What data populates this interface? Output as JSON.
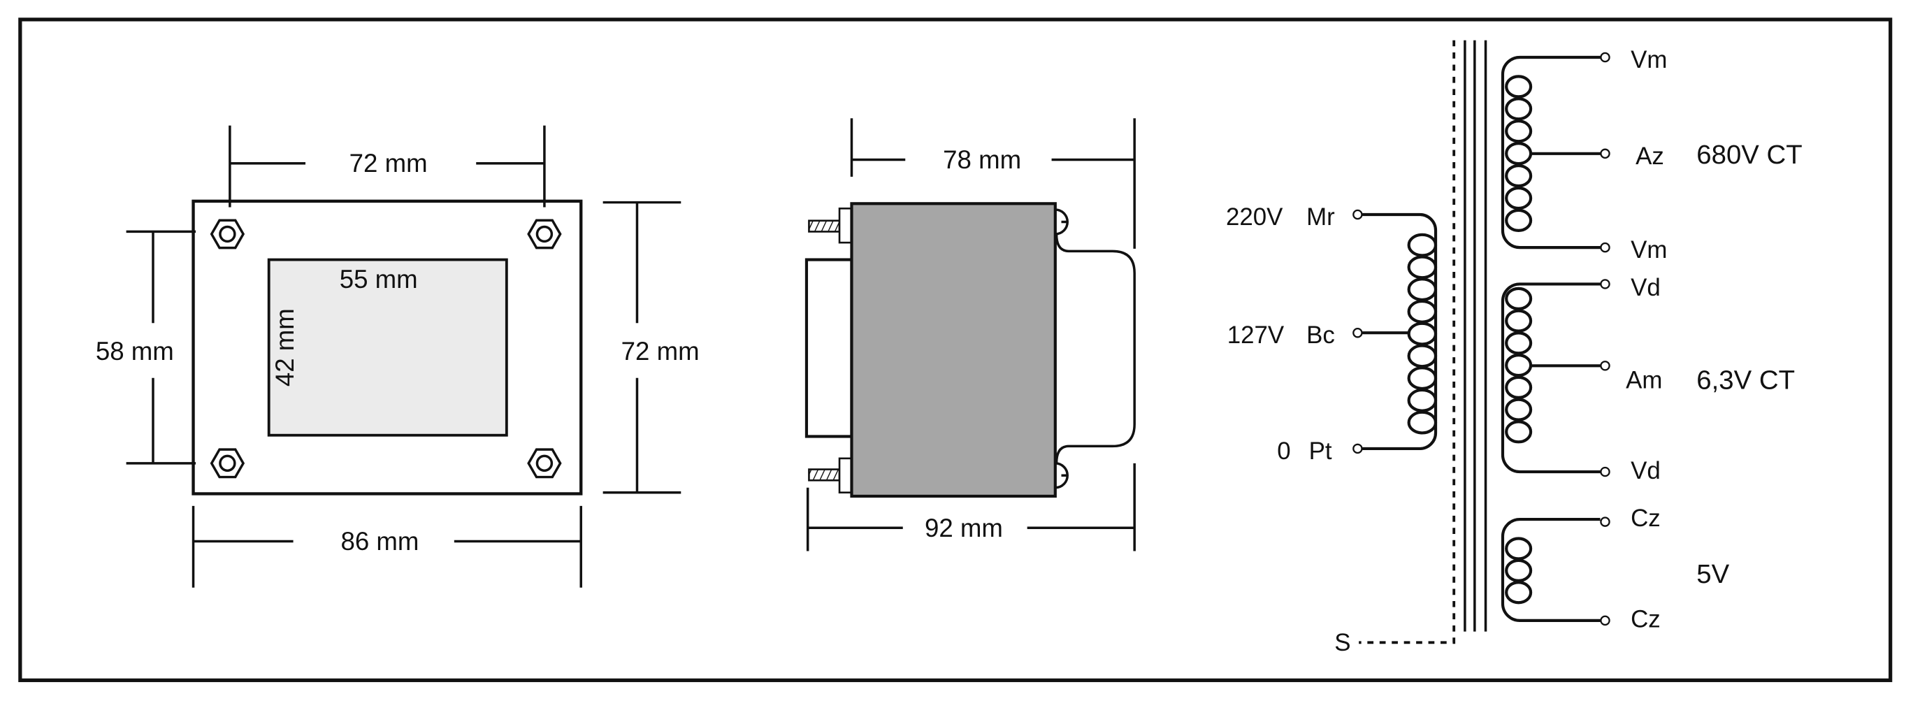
{
  "top_view": {
    "width_holes_label": "72 mm",
    "inner_width_label": "55 mm",
    "inner_height_label": "42 mm",
    "height_holes_label": "58 mm",
    "height_label": "72 mm",
    "width_label": "86 mm"
  },
  "side_view": {
    "body_width_label": "78 mm",
    "total_width_label": "92 mm",
    "body_color": "#a6a6a6"
  },
  "schematic": {
    "primary": {
      "taps": [
        {
          "voltage": "220V",
          "color": "Mr"
        },
        {
          "voltage": "127V",
          "color": "Bc"
        },
        {
          "voltage": "0",
          "color": "Pt"
        }
      ]
    },
    "secondary_hv": {
      "top": "Vm",
      "center": "Az",
      "bottom": "Vm",
      "rating": "680V CT"
    },
    "secondary_fil": {
      "top": "Vd",
      "center": "Am",
      "bottom": "Vd",
      "rating": "6,3V CT"
    },
    "secondary_5v": {
      "top": "Cz",
      "bottom": "Cz",
      "rating": "5V"
    },
    "shield_label": "S"
  }
}
